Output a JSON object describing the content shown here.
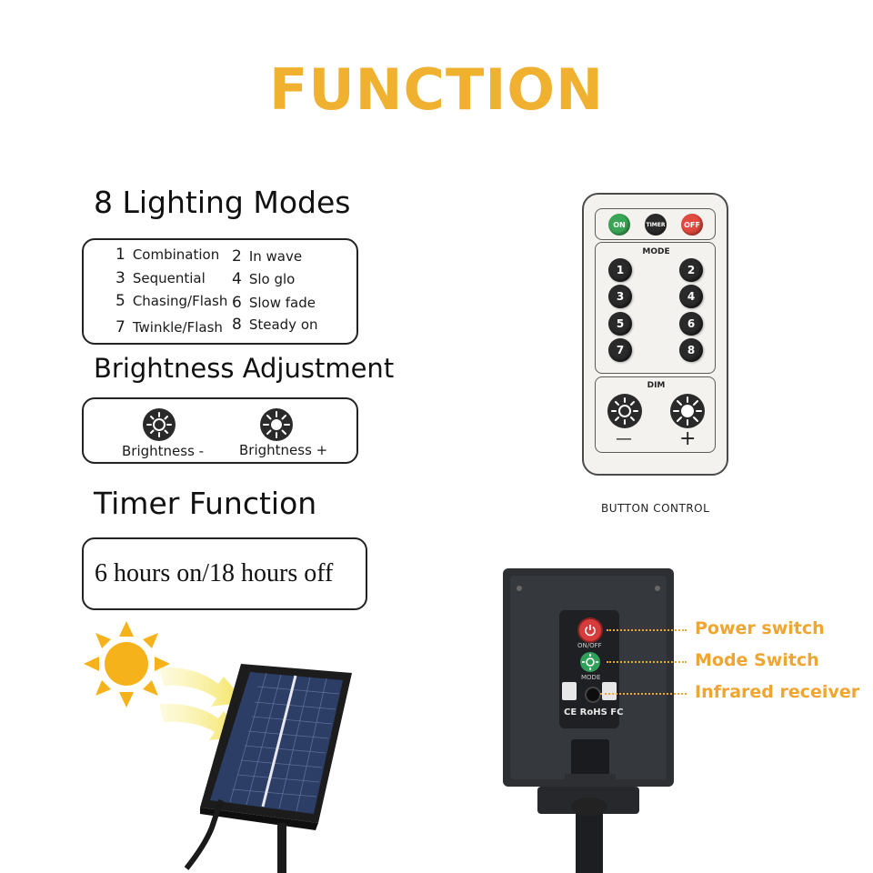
{
  "title": "FUNCTION",
  "lighting": {
    "heading": "8 Lighting Modes",
    "modes": [
      {
        "num": "1",
        "name": "Combination"
      },
      {
        "num": "2",
        "name": "In wave"
      },
      {
        "num": "3",
        "name": "Sequential"
      },
      {
        "num": "4",
        "name": "Slo glo"
      },
      {
        "num": "5",
        "name": "Chasing/Flash"
      },
      {
        "num": "6",
        "name": "Slow fade"
      },
      {
        "num": "7",
        "name": "Twinkle/Flash"
      },
      {
        "num": "8",
        "name": "Steady on"
      }
    ]
  },
  "brightness": {
    "heading": "Brightness Adjustment",
    "minus_label": "Brightness -",
    "plus_label": "Brightness +"
  },
  "timer": {
    "heading": "Timer Function",
    "value": "6 hours on/18 hours off"
  },
  "remote": {
    "on_label": "ON",
    "timer_label": "TIMER",
    "off_label": "OFF",
    "mode_label": "MODE",
    "buttons": [
      "1",
      "2",
      "3",
      "4",
      "5",
      "6",
      "7",
      "8"
    ],
    "dim_label": "DIM",
    "minus_sign": "—",
    "plus_sign": "+",
    "caption": "BUTTON CONTROL"
  },
  "controller": {
    "onoff_label": "ON/OFF",
    "mode_label": "MODE",
    "cert_text": "CE RoHS FC",
    "callouts": [
      "Power switch",
      "Mode Switch",
      "Infrared receiver"
    ]
  },
  "colors": {
    "accent": "#f0b030",
    "on_button": "#3aa655",
    "off_button": "#e04a3f",
    "timer_button": "#2a2a2a"
  }
}
